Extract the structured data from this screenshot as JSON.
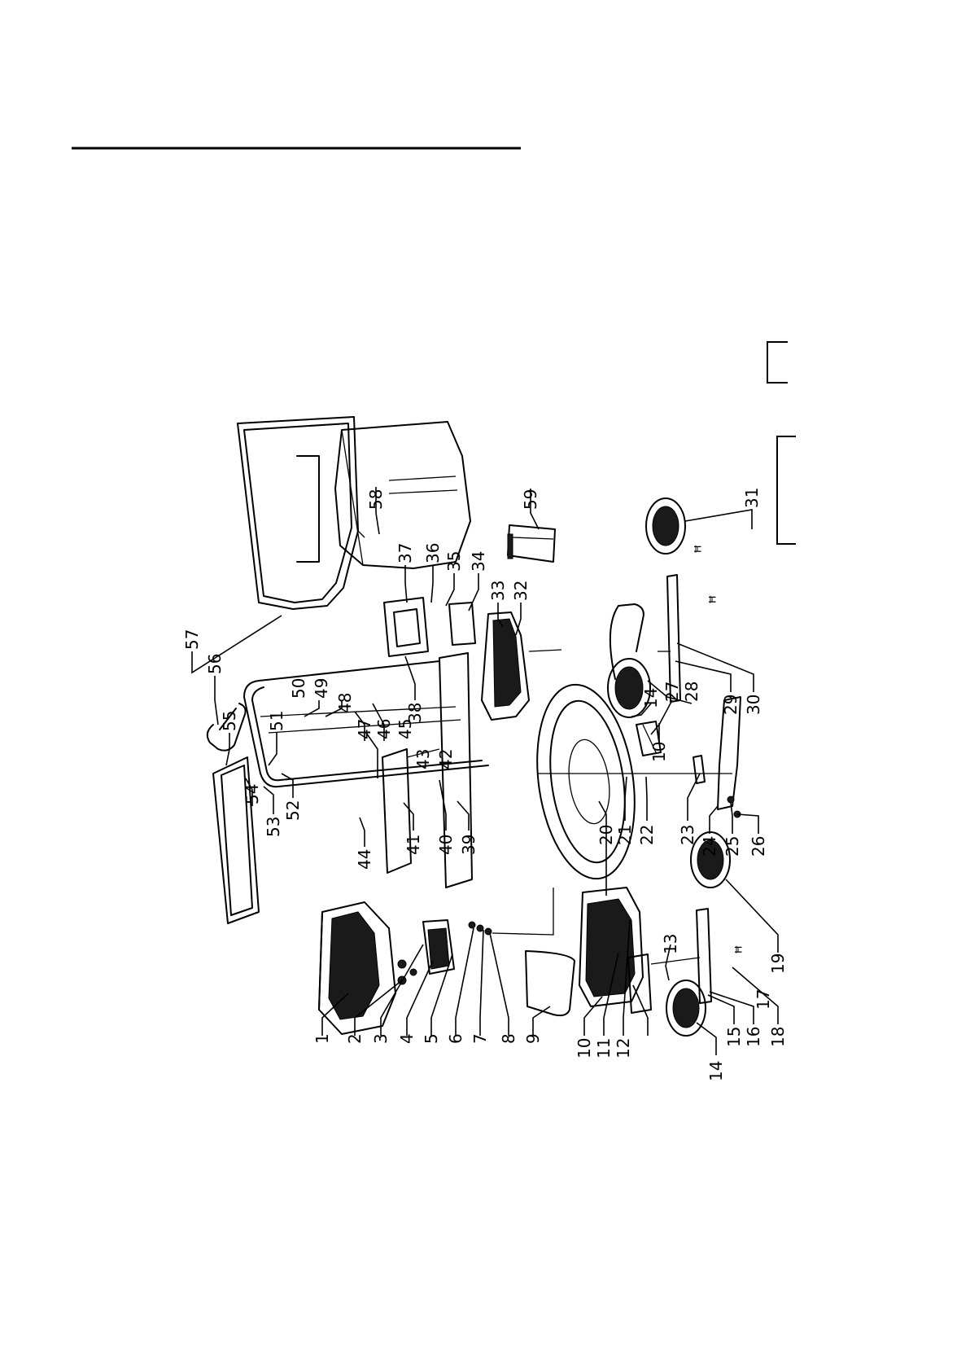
{
  "diagram": {
    "part_labels": [
      "1",
      "2",
      "3",
      "4",
      "5",
      "6",
      "7",
      "8",
      "9",
      "10",
      "11",
      "12",
      "13",
      "14",
      "15",
      "16",
      "17",
      "18",
      "19",
      "20",
      "21",
      "22",
      "23",
      "24",
      "25",
      "26",
      "27",
      "28",
      "29",
      "30",
      "31",
      "32",
      "33",
      "34",
      "35",
      "36",
      "37",
      "38",
      "39",
      "40",
      "41",
      "42",
      "43",
      "44",
      "45",
      "46",
      "47",
      "48",
      "49",
      "50",
      "51",
      "52",
      "53",
      "54",
      "55",
      "56",
      "57",
      "58",
      "59"
    ],
    "repeat_labels": [
      "10",
      "14"
    ],
    "mark_glyph": "ꟸ"
  }
}
